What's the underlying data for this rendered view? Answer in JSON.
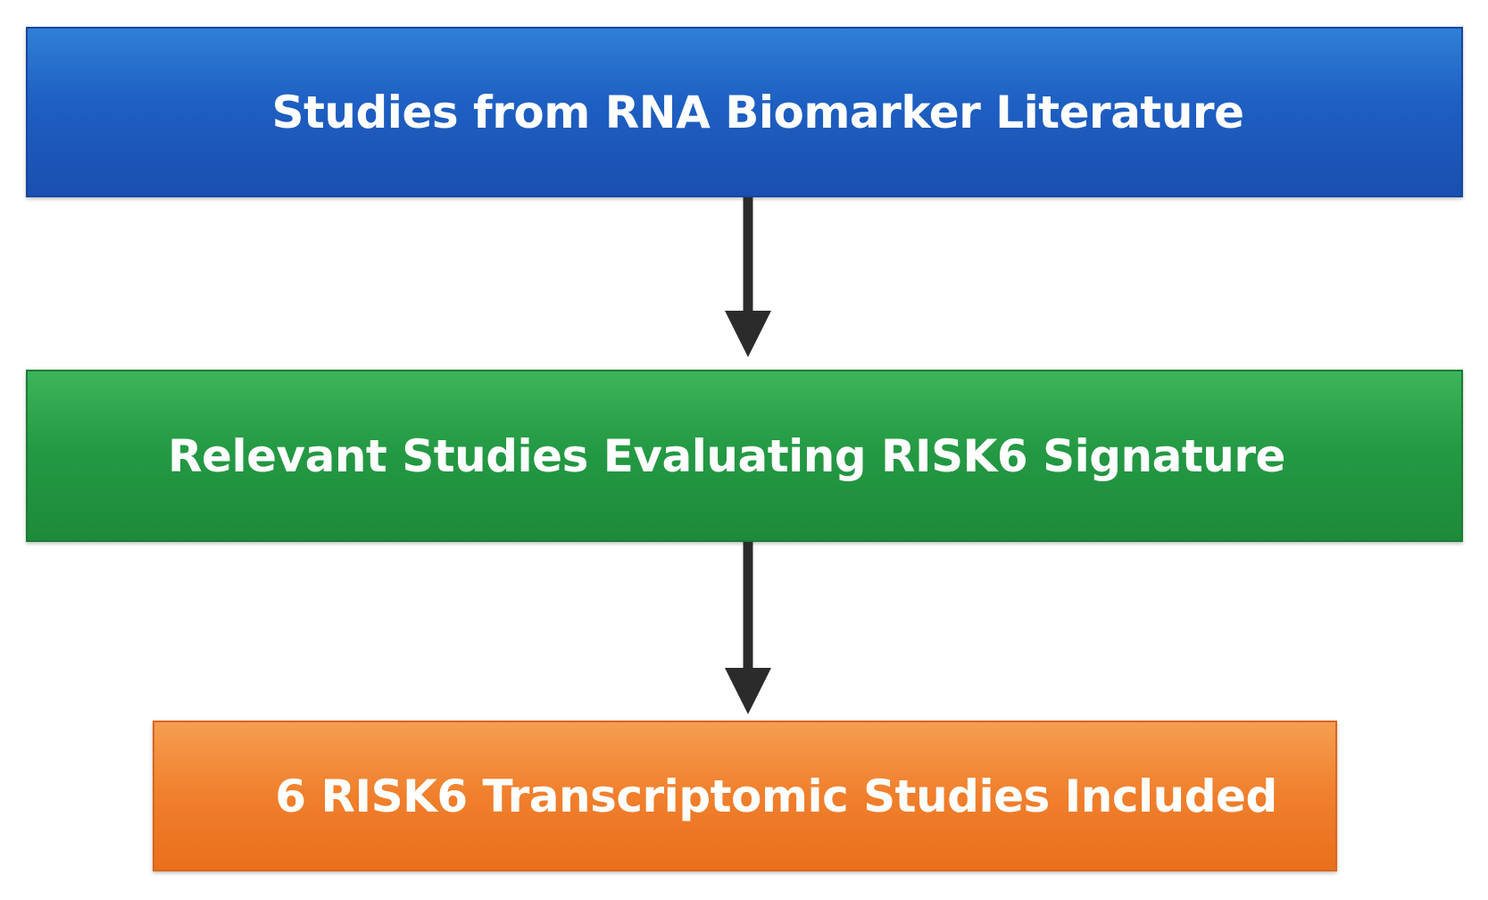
{
  "flowchart": {
    "steps": [
      {
        "label": "Studies from RNA Biomarker Literature",
        "color": "#1e5fc2"
      },
      {
        "label": "Relevant Studies Evaluating RISK6 Signature",
        "color": "#249a44"
      },
      {
        "label": "6 RISK6 Transcriptomic Studies Included",
        "color": "#f07f2c"
      }
    ],
    "arrow_color": "#2b2b2b"
  }
}
